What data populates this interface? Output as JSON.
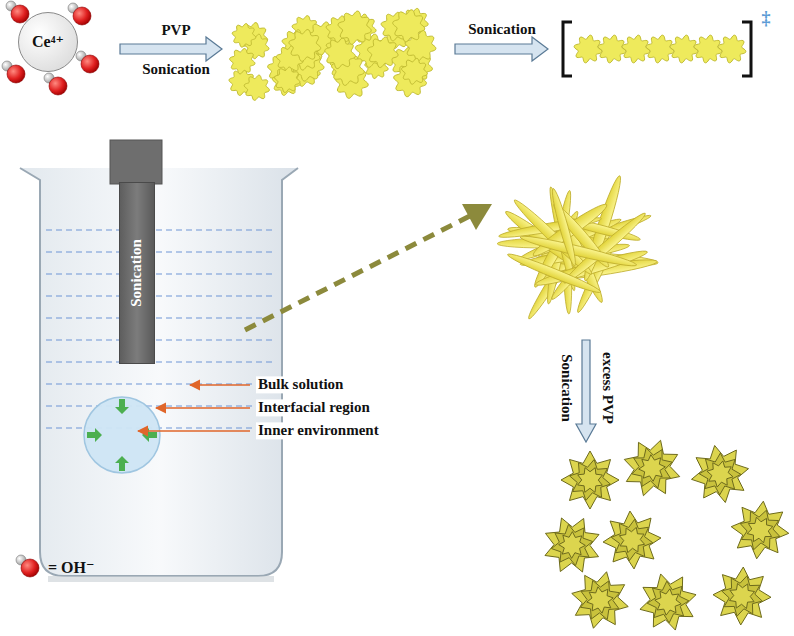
{
  "diagram": {
    "nodes": [
      {
        "text": [
          "Ce⁴⁺"
        ]
      },
      {
        "text": [
          "Sonication"
        ]
      }
    ],
    "labels": [
      "PVP",
      "Sonication",
      "Sonication",
      "‡",
      "Bulk solution",
      "Interfacial region",
      "Inner environment",
      "Sonication",
      "excess PVP"
    ],
    "legend": [
      {
        "text": "= OH⁻"
      }
    ]
  }
}
